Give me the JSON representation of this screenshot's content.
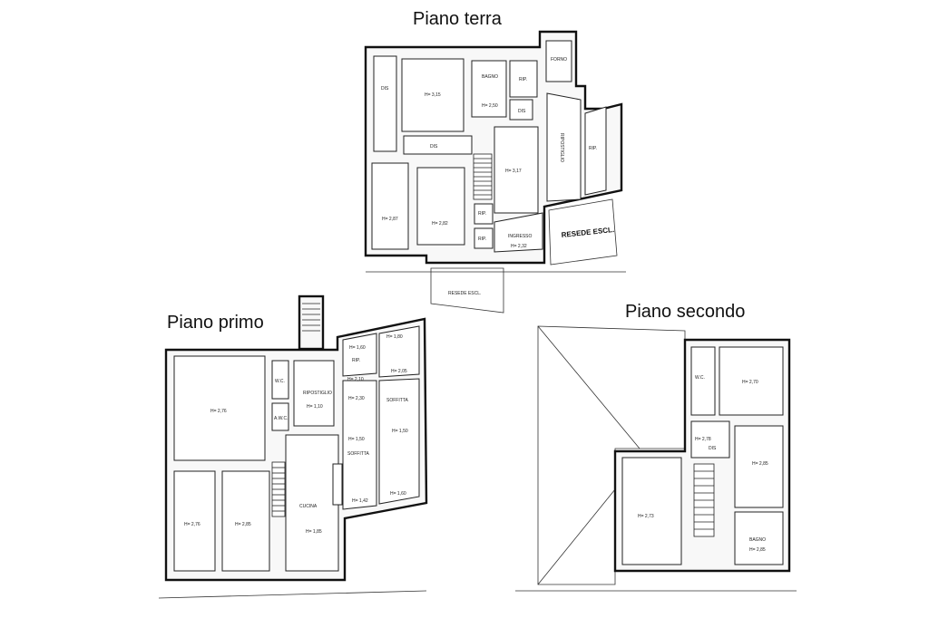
{
  "plans": {
    "ground": {
      "title": "Piano terra",
      "rooms": {
        "dis_left": "DIS",
        "room_a": "H= 3,15",
        "bagno": "BAGNO",
        "bagno_h": "H= 2,50",
        "rip_top": "RIP.",
        "dis_small": "DIS",
        "forno": "FORNO",
        "dis_center": "DIS",
        "room_center": "H= 3,17",
        "ripostiglio": "RIPOSTIGLIO",
        "rip_right": "RIP.",
        "room_bl": "H= 2,87",
        "room_bm": "H= 2,82",
        "rip_stair": "RIP.",
        "rip_bottom": "RIP.",
        "ingresso": "INGRESSO",
        "ingresso_h": "H= 2,32"
      },
      "resede_escl": "RESEDE ESCL.",
      "resede_bottom": "RESEDE ESCL."
    },
    "first": {
      "title": "Piano primo",
      "rooms": {
        "room_big": "H= 2,76",
        "wc": "W.C.",
        "ripostiglio": "RIPOSTIGLIO",
        "ripostiglio_h": "H= 1,10",
        "awc": "A.W.C.",
        "h1": "H= 1,60",
        "h2": "H= 1,80",
        "sub": "RIP.",
        "h3": "H= 2,05",
        "h4": "H= 2,10",
        "h5": "H= 2,30",
        "soffitta_r": "SOFFITTA",
        "h6": "H= 1,50",
        "h7": "H= 1,50",
        "soffitta_l": "SOFFITTA",
        "h8": "H= 1,42",
        "h9": "H= 1,60",
        "room_bl": "H= 2,76",
        "room_bm": "H= 2,85",
        "cucina": "CUCINA",
        "cucina_h": "H= 1,85"
      }
    },
    "second": {
      "title": "Piano secondo",
      "rooms": {
        "wc": "W.C.",
        "room_tr": "H= 2,70",
        "dis_h": "H= 2,78",
        "dis": "DIS",
        "room_mr": "H= 2,85",
        "room_left": "H= 2,73",
        "bagno": "BAGNO",
        "bagno_h": "H= 2,85"
      }
    }
  }
}
